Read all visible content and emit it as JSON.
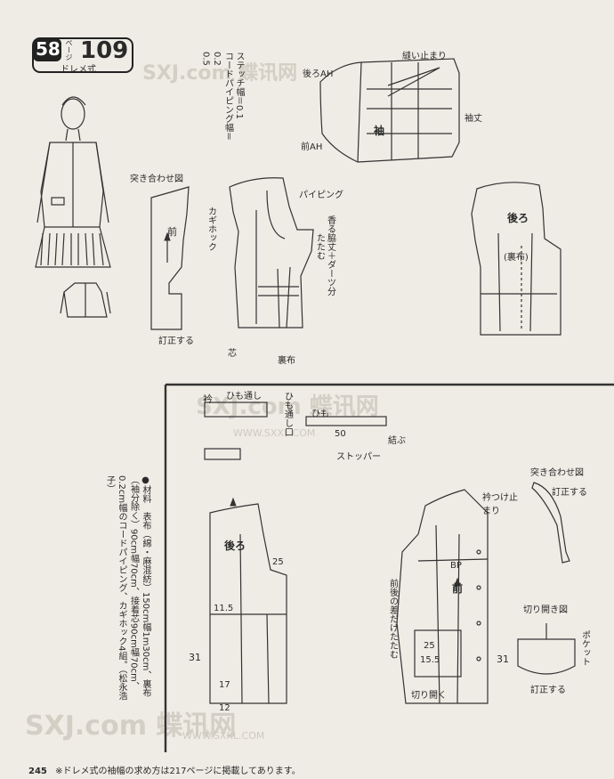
{
  "header": {
    "page_number": "58",
    "page_unit": "ページ",
    "design_number": "109",
    "style": "ドレメ式"
  },
  "watermark": {
    "text": "SXJ.com",
    "brand": "蝶讯网",
    "url": "WWW.SXXL.COM"
  },
  "top": {
    "sleeve_note": [
      "ステッチ幅＝0.1",
      "コードパイピング幅＝0.2",
      "0.5"
    ],
    "butt_label": "突き合わせ図",
    "front": "前",
    "correct": "訂正する",
    "piping": "パイピング",
    "hook": "カギホック",
    "pleat": "香る脇丈＋ダーツ分",
    "fold": "たたむ",
    "back": "後ろ",
    "lining": "(裏布)",
    "lining2": "裏布",
    "interfacing": "芯",
    "sleeve_top": "縫い止まり",
    "back_ah": "後ろAH",
    "front_ah": "前AH",
    "sleeve": "袖",
    "sleeve_len": "袖丈"
  },
  "middle": {
    "collar": "衿",
    "tie_pass": "ひも通し",
    "tie_pass2": "ひも通し口",
    "tie": "ひも",
    "tie_num": "50",
    "knot": "結ぶ",
    "stopper": "ストッパー"
  },
  "bottom_left": {
    "back": "後ろ",
    "n_31": "31",
    "n_25": "25",
    "n_115": "11.5",
    "n_17": "17",
    "n_12": "12"
  },
  "bottom_right": {
    "collar_stop": "衿つけ止まり",
    "bp": "BP",
    "front": "前",
    "front_dart": "前後の差だけたたむ",
    "cut_open": "切り開く",
    "pocket": "ポケット",
    "cut_fig": "切り開き図",
    "correct": "訂正する",
    "butt_label": "突き合わせ図",
    "n_31": "31",
    "n_155": "15.5",
    "n_25": "25"
  },
  "materials_text": "●材料　表布（綿・麻混紡）150cm幅1m30cm、裏布（袖分除く）90cm幅70cm、接着芯90cm幅70cm、0.2cm幅のコードパイピング、カギホック4組。（松永浩子）",
  "footer": {
    "page": "245",
    "note": "※ドレメ式の袖幅の求め方は217ページに掲載してあります。"
  }
}
